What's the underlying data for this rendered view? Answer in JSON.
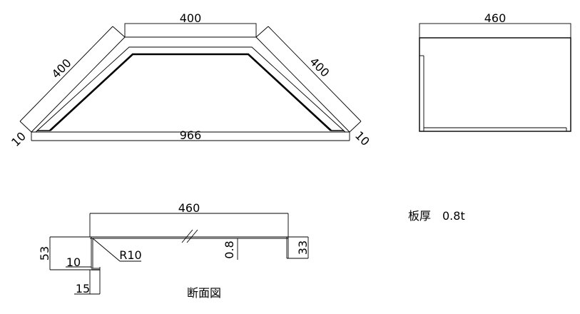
{
  "plan_view": {
    "dim_top": "400",
    "dim_left_slope": "400",
    "dim_right_slope": "400",
    "dim_bottom": "966",
    "dim_left_end": "10",
    "dim_right_end": "10"
  },
  "side_view": {
    "dim_width": "460"
  },
  "section_view": {
    "dim_width": "460",
    "dim_height_left": "53",
    "dim_flange": "10",
    "dim_radius": "R10",
    "dim_thickness": "0.8",
    "dim_height_right": "33",
    "dim_bottom": "15",
    "caption": "断面図"
  },
  "notes": {
    "sheet_thickness": "板厚　0.8t"
  }
}
